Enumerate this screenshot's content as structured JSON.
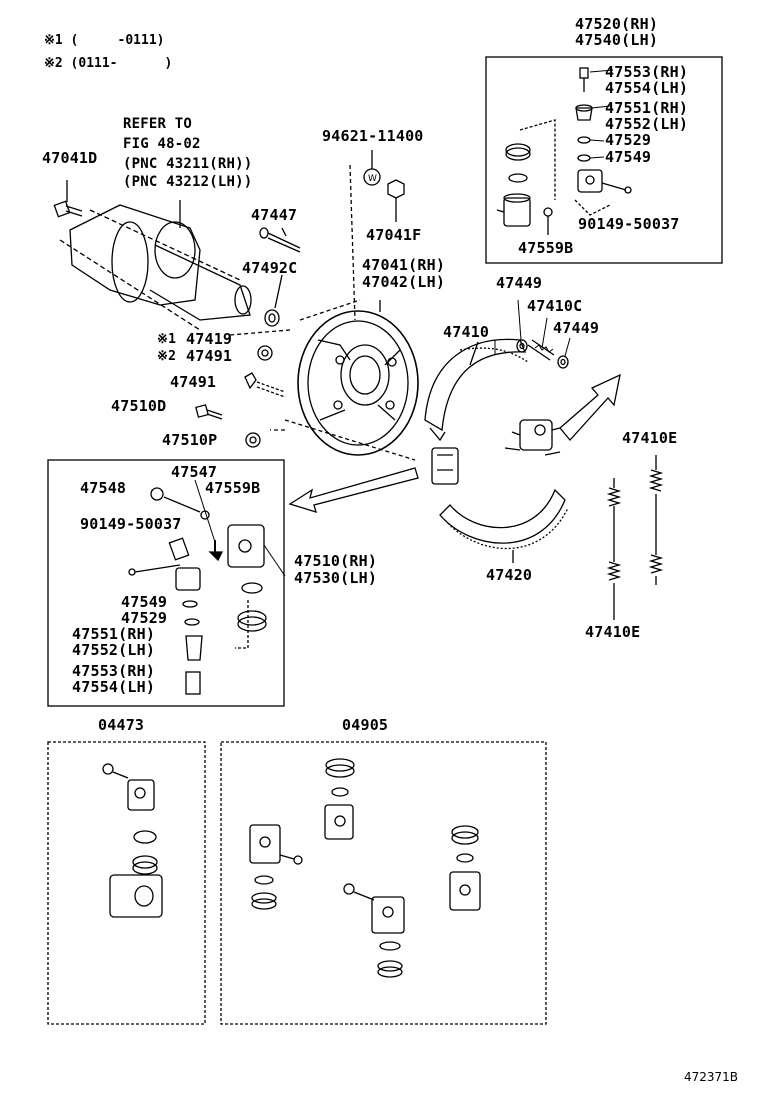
{
  "notes": {
    "n1": "※1 (     -0111)",
    "n2": "※2 (0111-      )"
  },
  "refer": {
    "line1": "REFER TO",
    "line2": "FIG 48-02",
    "line3": "(PNC 43211(RH))",
    "line4": "(PNC 43212(LH))"
  },
  "labels": {
    "p47520": "47520(RH)",
    "p47540": "47540(LH)",
    "p47553rh_top": "47553(RH)",
    "p47554lh_top": "47554(LH)",
    "p47551rh_top": "47551(RH)",
    "p47552lh_top": "47552(LH)",
    "p47529_top": "47529",
    "p47549_top": "47549",
    "p90149_top": "90149-50037",
    "p47559b_top": "47559B",
    "p94621": "94621-11400",
    "p47041d": "47041D",
    "p47447": "47447",
    "p47041f": "47041F",
    "p47492c": "47492C",
    "p47041rh": "47041(RH)",
    "p47042lh": "47042(LH)",
    "p47449a": "47449",
    "p47410c": "47410C",
    "p47410": "47410",
    "p47449b": "47449",
    "p47419": "47419",
    "p47491a": "47491",
    "p47491b": "47491",
    "mark1": "※1",
    "mark2": "※2",
    "p47510d": "47510D",
    "p47510p": "47510P",
    "p47410e_top": "47410E",
    "p47547": "47547",
    "p47548": "47548",
    "p47559b_bot": "47559B",
    "p90149_bot": "90149-50037",
    "p47510rh": "47510(RH)",
    "p47530lh": "47530(LH)",
    "p47420": "47420",
    "p47549_bot": "47549",
    "p47529_bot": "47529",
    "p47551rh_bot": "47551(RH)",
    "p47552lh_bot": "47552(LH)",
    "p47553rh_bot": "47553(RH)",
    "p47554lh_bot": "47554(LH)",
    "p47410e_bot": "47410E",
    "p04473": "04473",
    "p04905": "04905"
  },
  "figure_code": "472371B"
}
